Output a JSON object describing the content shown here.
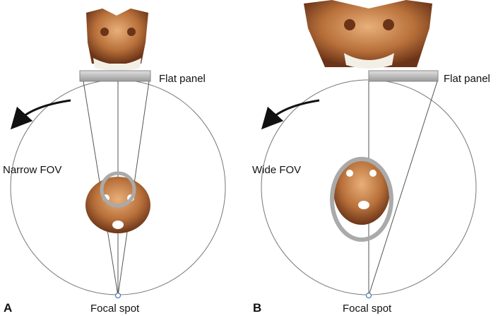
{
  "panels": [
    {
      "letter": "A",
      "flat_panel_label": "Flat panel",
      "fov_label": "Narrow FOV",
      "focal_label": "Focal spot"
    },
    {
      "letter": "B",
      "flat_panel_label": "Flat panel",
      "fov_label": "Wide FOV",
      "focal_label": "Focal spot"
    }
  ],
  "colors": {
    "bone": "#c8844a",
    "bone_dark": "#6b3418",
    "panel": "#b8b8b8",
    "circle": "#777777"
  }
}
